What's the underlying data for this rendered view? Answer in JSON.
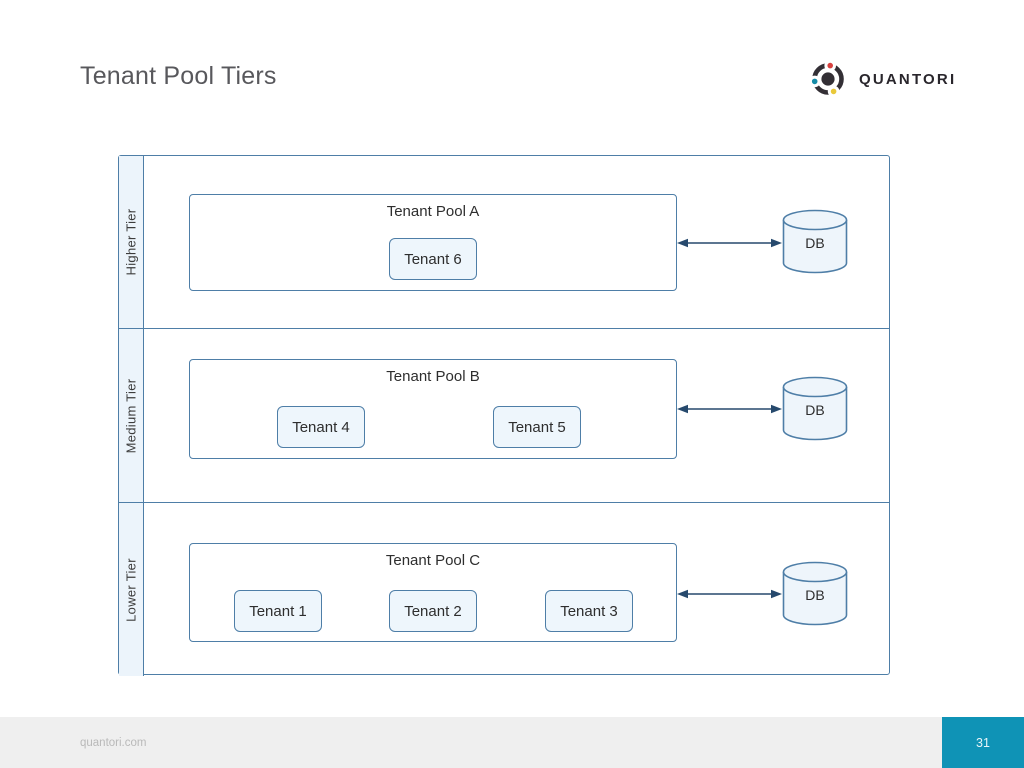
{
  "slide": {
    "title": "Tenant Pool Tiers",
    "footer_url": "quantori.com",
    "page_number": "31"
  },
  "logo": {
    "text": "QUANTORI",
    "icon": "quantori-orbit-icon"
  },
  "diagram": {
    "tiers": [
      {
        "label": "Higher Tier",
        "pool": {
          "title": "Tenant Pool A",
          "tenants": [
            "Tenant 6"
          ]
        },
        "db_label": "DB"
      },
      {
        "label": "Medium Tier",
        "pool": {
          "title": "Tenant Pool B",
          "tenants": [
            "Tenant 4",
            "Tenant 5"
          ]
        },
        "db_label": "DB"
      },
      {
        "label": "Lower Tier",
        "pool": {
          "title": "Tenant Pool C",
          "tenants": [
            "Tenant 1",
            "Tenant 2",
            "Tenant 3"
          ]
        },
        "db_label": "DB"
      }
    ]
  },
  "colors": {
    "box_border": "#4e7ea7",
    "tier_fill": "#ecf4fb",
    "tenant_fill": "#eef6fc",
    "arrow": "#26496d",
    "badge_blue": "#0f93b6",
    "footer_bar": "#efefef",
    "title_gray": "#58585c",
    "logo_dark": "#29262c",
    "logo_red": "#d8413f",
    "logo_teal": "#168ca8",
    "logo_yellow": "#e9c93a"
  }
}
